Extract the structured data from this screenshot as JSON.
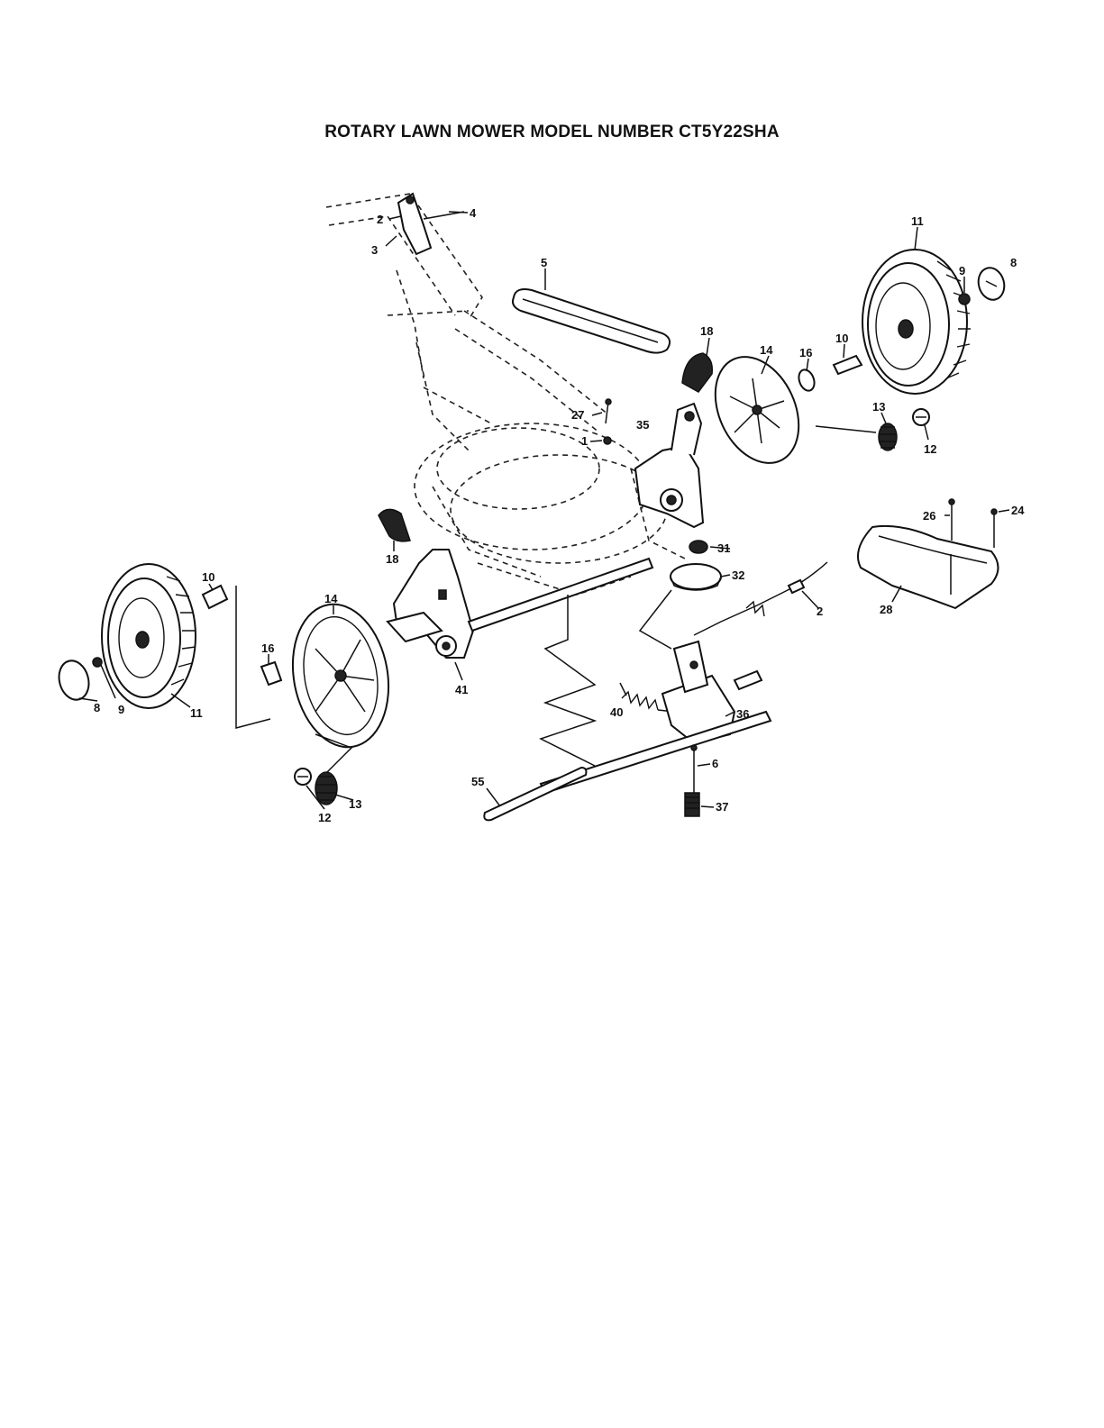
{
  "title": "ROTARY LAWN MOWER MODEL NUMBER CT5Y22SHA",
  "callouts": [
    "2",
    "3",
    "4",
    "5",
    "18",
    "14",
    "16",
    "10",
    "11",
    "9",
    "8",
    "27",
    "1",
    "35",
    "13",
    "12",
    "18",
    "10",
    "14",
    "16",
    "11",
    "9",
    "8",
    "41",
    "31",
    "32",
    "2",
    "26",
    "24",
    "28",
    "40",
    "36",
    "6",
    "37",
    "55",
    "12",
    "13"
  ]
}
